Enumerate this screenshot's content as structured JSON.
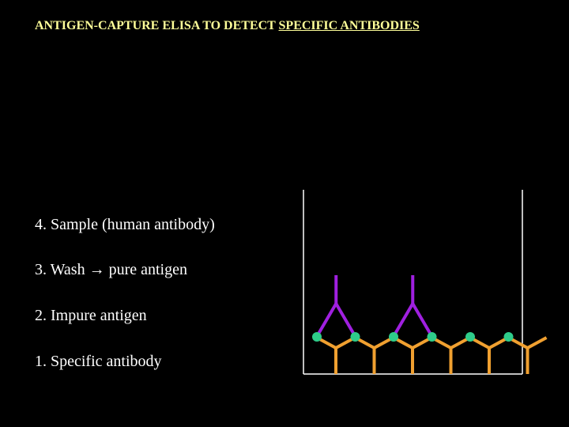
{
  "title": {
    "prefix": "ANTIGEN-CAPTURE ELISA TO DETECT ",
    "underlined": "SPECIFIC ANTIBODIES"
  },
  "steps": [
    {
      "number": "4.",
      "text": "Sample (human antibody)"
    },
    {
      "number": "3.",
      "text": "Wash → pure antigen"
    },
    {
      "number": "2.",
      "text": "Impure antigen"
    },
    {
      "number": "1.",
      "text": "Specific antibody"
    }
  ],
  "colors": {
    "background": "#000000",
    "title": "#ffff99",
    "text": "#ffffff",
    "well_wall": "#ffffff",
    "capture_antibody": "#f0a030",
    "antigen": "#2ecc8a",
    "sample_antibody": "#a020e0"
  },
  "diagram": {
    "capture_antibody_count": 6,
    "antigen_count": 6,
    "sample_antibody_count": 2,
    "sample_antibodies_bind_antigen_pairs": [
      [
        0,
        1
      ],
      [
        2,
        3
      ]
    ]
  }
}
